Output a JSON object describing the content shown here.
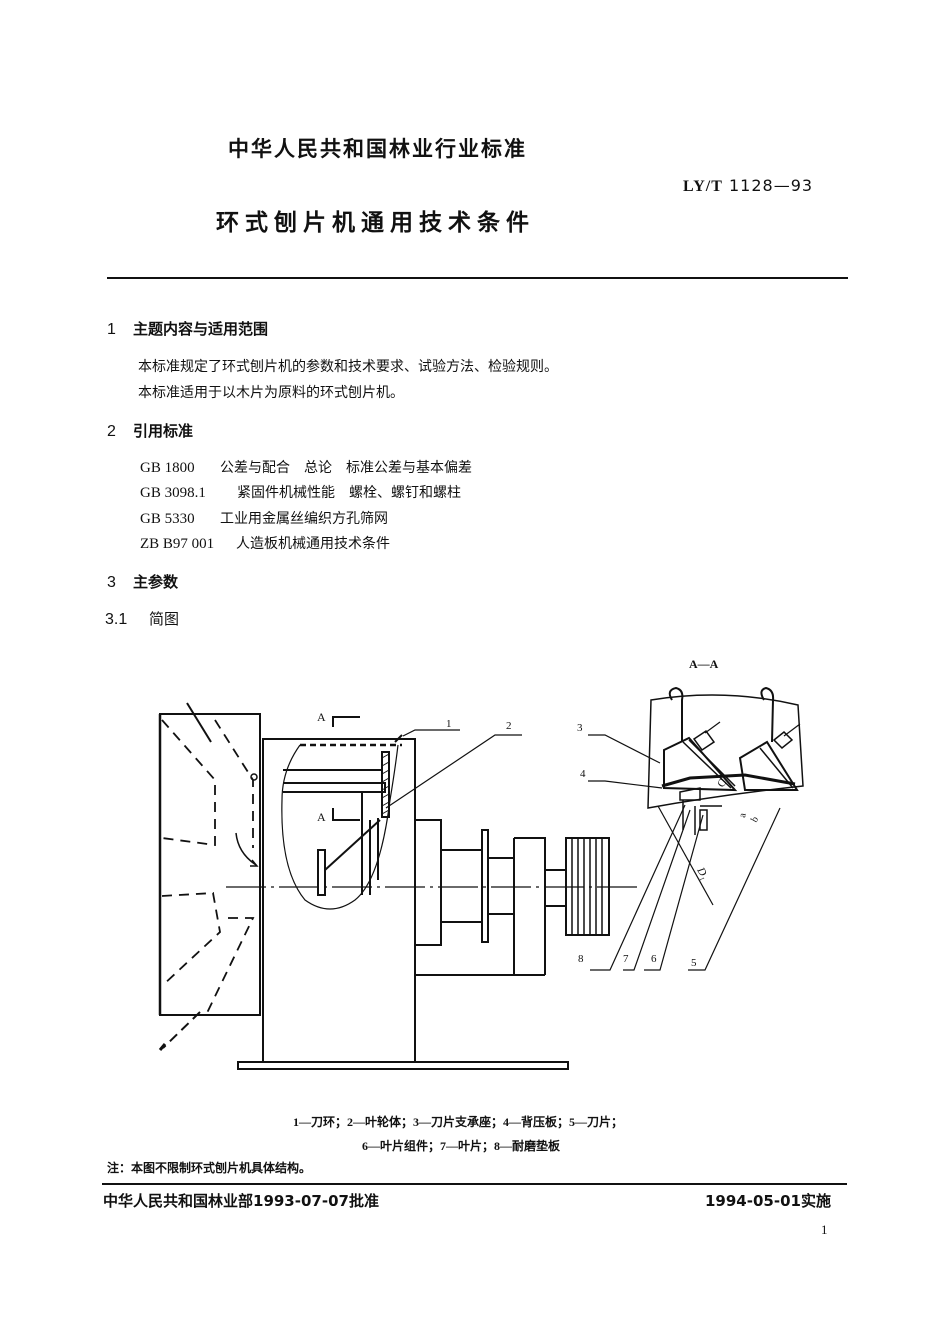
{
  "header": {
    "org_title": "中华人民共和国林业行业标准",
    "standard_code_prefix": "LY/T",
    "standard_code_number": "1128—93",
    "doc_title": "环式刨片机通用技术条件"
  },
  "sections": [
    {
      "number": "1",
      "title": "主题内容与适用范围",
      "paragraphs": [
        "本标准规定了环式刨片机的参数和技术要求、试验方法、检验规则。",
        "本标准适用于以木片为原料的环式刨片机。"
      ]
    },
    {
      "number": "2",
      "title": "引用标准",
      "references": [
        {
          "code": "GB 1800",
          "title": "公差与配合　总论　标准公差与基本偏差"
        },
        {
          "code": "GB 3098.1",
          "title": "紧固件机械性能　螺栓、螺钉和螺柱"
        },
        {
          "code": "GB 5330",
          "title": "工业用金属丝编织方孔筛网"
        },
        {
          "code": "ZB B97 001",
          "title": "人造板机械通用技术条件"
        }
      ]
    },
    {
      "number": "3",
      "title": "主参数"
    },
    {
      "number": "3.1",
      "title": "简图"
    }
  ],
  "figure": {
    "section_view_label": "A—A",
    "cut_label_top": "A",
    "cut_label_bottom": "A",
    "callouts": [
      "1",
      "2",
      "3",
      "4",
      "5",
      "6",
      "7",
      "8"
    ],
    "dimension_labels": {
      "c": "C",
      "a": "a",
      "b": "b",
      "d": "D₁"
    },
    "legend_line1": "1—刀环；2—叶轮体；3—刀片支承座；4—背压板；5—刀片；",
    "legend_line2": "6—叶片组件；7—叶片；8—耐磨垫板",
    "note": "注：本图不限制环式刨片机具体结构。"
  },
  "footer": {
    "approval": "中华人民共和国林业部1993-07-07批准",
    "effective": "1994-05-01实施",
    "page_number": "1"
  }
}
